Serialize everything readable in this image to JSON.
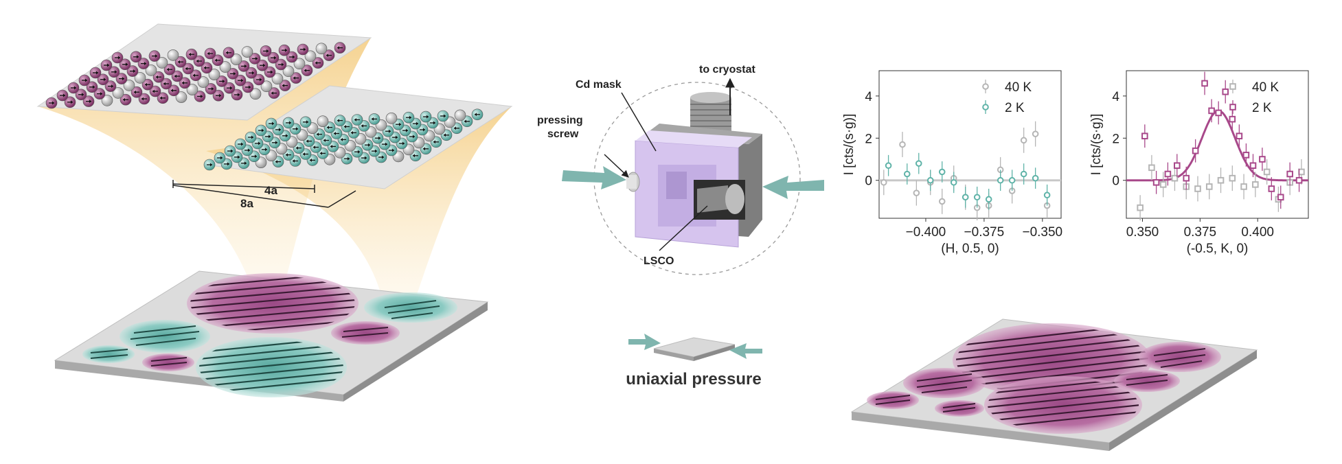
{
  "colors": {
    "magenta": "#a8488a",
    "teal": "#5fb3a8",
    "gray_point": "#b5b5b5",
    "lavender": "#cdb8e8",
    "beam": "#f5cf7e"
  },
  "lattice": {
    "label_4a": "4a",
    "label_8a": "8a"
  },
  "apparatus": {
    "label_cd_mask": "Cd mask",
    "label_to_cryostat": "to cryostat",
    "label_pressing": "pressing",
    "label_screw": "screw",
    "label_lsco": "LSCO"
  },
  "pressure": {
    "label": "uniaxial pressure"
  },
  "chart_data": [
    {
      "type": "scatter",
      "xlabel": "(H, 0.5, 0)",
      "ylabel": "I [cts/(s·g)]",
      "xlim": [
        -0.42,
        -0.342
      ],
      "ylim": [
        -1.8,
        5.2
      ],
      "xticks": [
        -0.4,
        -0.375,
        -0.35
      ],
      "xtick_labels": [
        "−0.400",
        "−0.375",
        "−0.350"
      ],
      "yticks": [
        0,
        2,
        4
      ],
      "ytick_labels": [
        "0",
        "2",
        "4"
      ],
      "legend": [
        "40 K",
        "2 K"
      ],
      "legend_placement": "top-right",
      "series": [
        {
          "name": "40 K",
          "x": [
            -0.418,
            -0.41,
            -0.404,
            -0.398,
            -0.393,
            -0.388,
            -0.383,
            -0.378,
            -0.373,
            -0.368,
            -0.363,
            -0.358,
            -0.353,
            -0.348
          ],
          "y": [
            -0.1,
            1.7,
            -0.6,
            -0.1,
            -1.0,
            0.1,
            -0.8,
            -1.3,
            -1.2,
            0.5,
            -0.5,
            1.9,
            2.2,
            -1.2
          ],
          "err": [
            0.6,
            0.6,
            0.6,
            0.6,
            0.6,
            0.6,
            0.6,
            0.6,
            0.6,
            0.6,
            0.6,
            0.6,
            0.6,
            0.6
          ]
        },
        {
          "name": "2 K",
          "x": [
            -0.416,
            -0.408,
            -0.403,
            -0.398,
            -0.393,
            -0.388,
            -0.383,
            -0.378,
            -0.373,
            -0.368,
            -0.363,
            -0.358,
            -0.353,
            -0.348
          ],
          "y": [
            0.7,
            0.3,
            0.8,
            0.0,
            0.4,
            -0.1,
            -0.8,
            -0.8,
            -0.9,
            0.0,
            0.0,
            0.3,
            0.1,
            -0.7
          ],
          "err": [
            0.5,
            0.5,
            0.5,
            0.5,
            0.5,
            0.5,
            0.5,
            0.5,
            0.5,
            0.5,
            0.5,
            0.5,
            0.5,
            0.5
          ]
        }
      ],
      "baseline": 0
    },
    {
      "type": "scatter",
      "xlabel": "(-0.5, K, 0)",
      "ylabel": "I [cts/(s·g)]",
      "xlim": [
        0.343,
        0.422
      ],
      "ylim": [
        -1.8,
        5.2
      ],
      "xticks": [
        0.35,
        0.375,
        0.4
      ],
      "xtick_labels": [
        "0.350",
        "0.375",
        "0.400"
      ],
      "yticks": [
        0,
        2,
        4
      ],
      "ytick_labels": [
        "0",
        "2",
        "4"
      ],
      "legend": [
        "40 K",
        "2 K"
      ],
      "legend_placement": "top-right",
      "series": [
        {
          "name": "40 K",
          "x": [
            0.349,
            0.354,
            0.359,
            0.364,
            0.369,
            0.374,
            0.379,
            0.384,
            0.389,
            0.394,
            0.399,
            0.404,
            0.409,
            0.414,
            0.419
          ],
          "y": [
            -1.3,
            0.6,
            -0.2,
            0.1,
            -0.3,
            -0.4,
            -0.3,
            0.0,
            0.1,
            -0.3,
            -0.2,
            0.4,
            -0.9,
            -0.1,
            0.4
          ],
          "err": [
            0.6,
            0.6,
            0.6,
            0.6,
            0.6,
            0.6,
            0.6,
            0.6,
            0.6,
            0.6,
            0.6,
            0.6,
            0.6,
            0.6,
            0.6
          ]
        },
        {
          "name": "2 K",
          "x": [
            0.351,
            0.356,
            0.361,
            0.365,
            0.369,
            0.373,
            0.377,
            0.38,
            0.383,
            0.386,
            0.389,
            0.392,
            0.395,
            0.398,
            0.402,
            0.406,
            0.41,
            0.414,
            0.418
          ],
          "y": [
            2.1,
            -0.1,
            0.3,
            0.7,
            0.1,
            1.4,
            4.6,
            3.3,
            3.2,
            4.2,
            2.9,
            2.1,
            1.2,
            0.7,
            1.0,
            -0.4,
            -0.8,
            0.3,
            0.0
          ],
          "err": [
            0.55,
            0.55,
            0.55,
            0.55,
            0.55,
            0.55,
            0.55,
            0.55,
            0.55,
            0.55,
            0.55,
            0.55,
            0.55,
            0.55,
            0.55,
            0.55,
            0.55,
            0.55,
            0.55
          ]
        }
      ],
      "fit": {
        "type": "gaussian",
        "center": 0.383,
        "amplitude": 3.3,
        "sigma": 0.0072,
        "baseline": 0
      }
    }
  ]
}
